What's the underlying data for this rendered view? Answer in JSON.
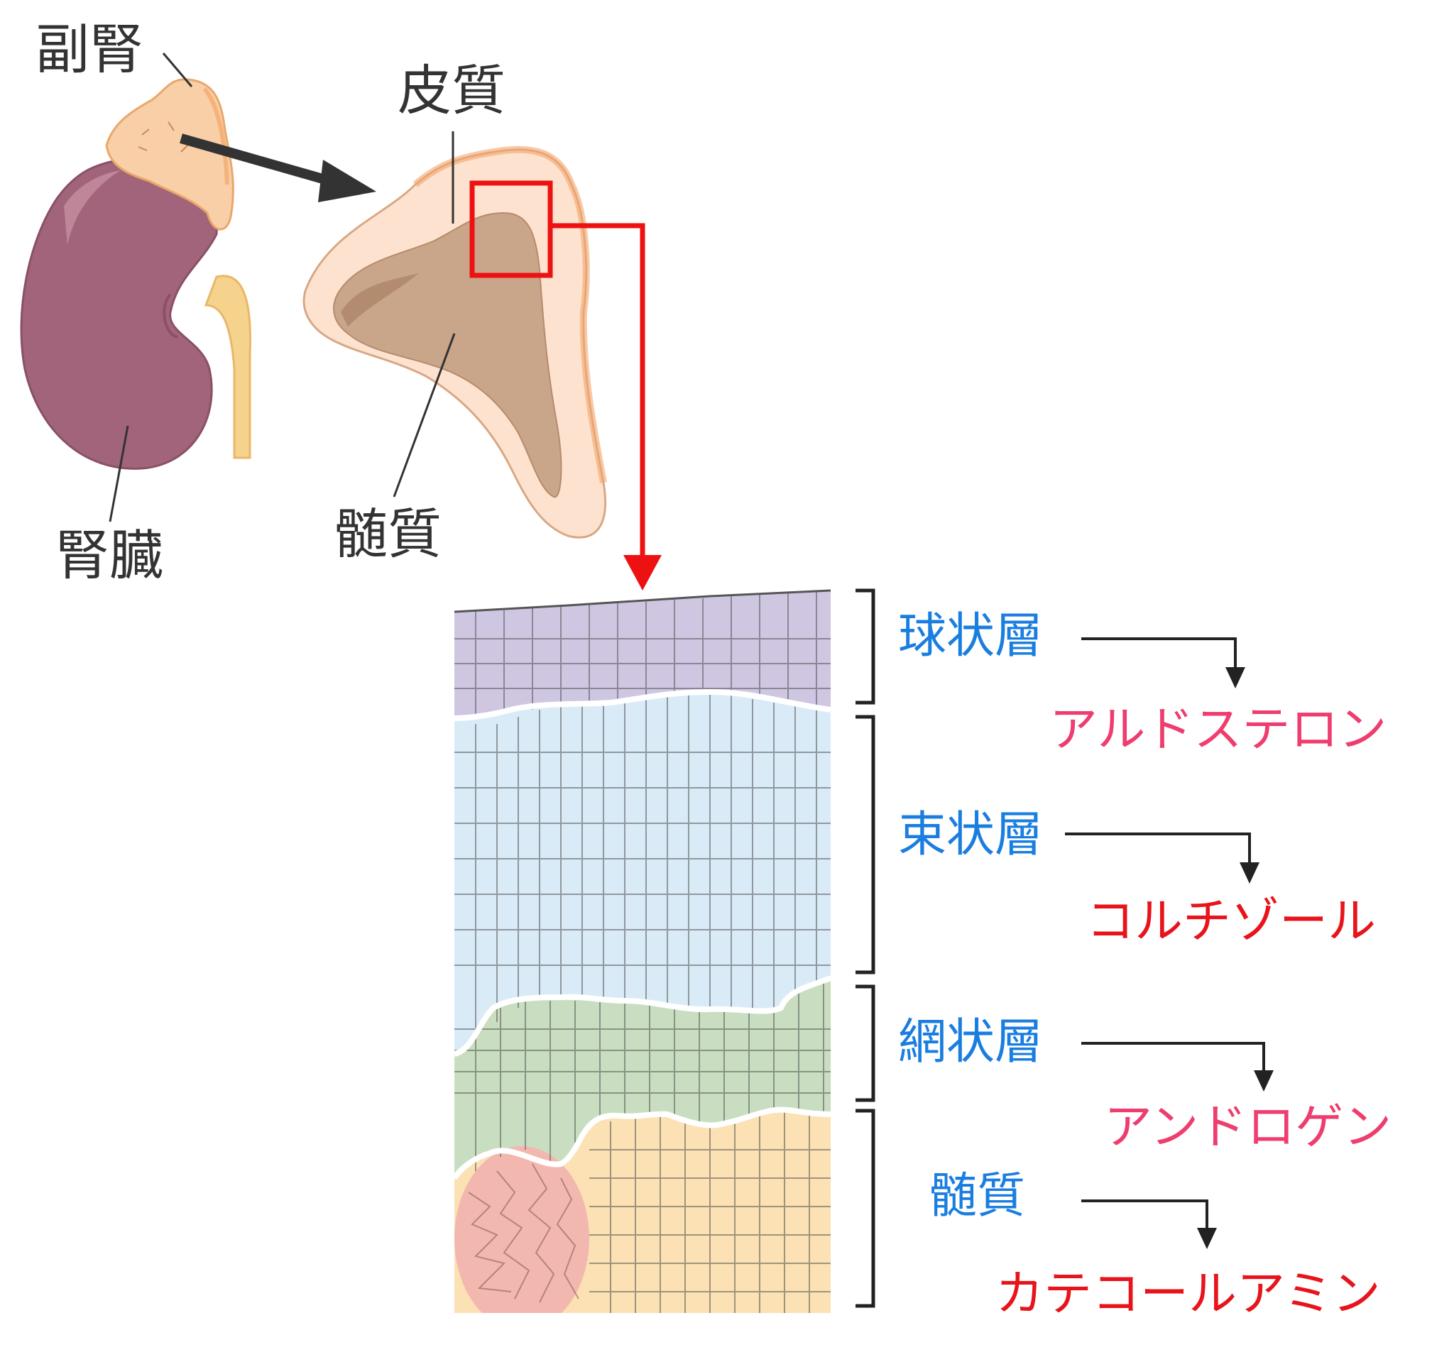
{
  "labels": {
    "adrenal_gland": "副腎",
    "kidney": "腎臓",
    "cortex": "皮質",
    "medulla": "髄質"
  },
  "layers": [
    {
      "name": "球状層",
      "hormone": "アルドステロン",
      "name_color": "#1a7ee0",
      "hormone_color": "#ee3d6e"
    },
    {
      "name": "束状層",
      "hormone": "コルチゾール",
      "name_color": "#1a7ee0",
      "hormone_color": "#e8131b"
    },
    {
      "name": "網状層",
      "hormone": "アンドロゲン",
      "name_color": "#1a7ee0",
      "hormone_color": "#ee3d6e"
    },
    {
      "name": "髄質",
      "hormone": "カテコールアミン",
      "name_color": "#1a7ee0",
      "hormone_color": "#e8131b"
    }
  ],
  "colors": {
    "kidney": "#a1647b",
    "adrenal": "#f8cfa6",
    "medulla_fill": "#c9a58a",
    "glomerulosa": "#cfc6e2",
    "fasciculata": "#d9ebf7",
    "reticularis": "#c9dec0",
    "medulla_tissue": "#fbe1b3",
    "vessel": "#f2b8b0",
    "highlight_arrow": "#ee1111",
    "label_text": "#333333"
  }
}
